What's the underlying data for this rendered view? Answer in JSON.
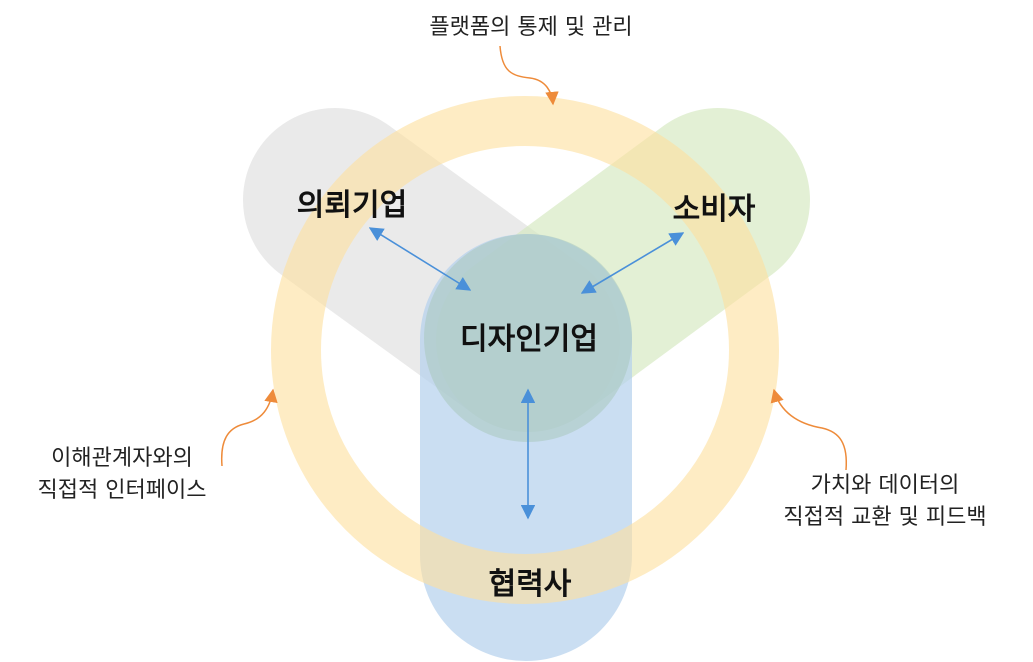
{
  "nodes": {
    "client": "의뢰기업",
    "consumer": "소비자",
    "designer": "디자인기업",
    "partner": "협력사"
  },
  "annotations": {
    "top": "플랫폼의 통제 및 관리",
    "left": [
      "이해관계자와의",
      "직접적 인터페이스"
    ],
    "right": [
      "가치와 데이터의",
      "직접적 교환 및 피드백"
    ]
  },
  "colors": {
    "ring": "#fde7a6",
    "client_shape": "#e6e6e6",
    "consumer_shape": "#d9ecc6",
    "partner_shape": "#b7d3ee",
    "designer_circle": "#a9c9bd",
    "arrow_blue": "#4a90d9",
    "arrow_orange": "#ee8b3a"
  }
}
